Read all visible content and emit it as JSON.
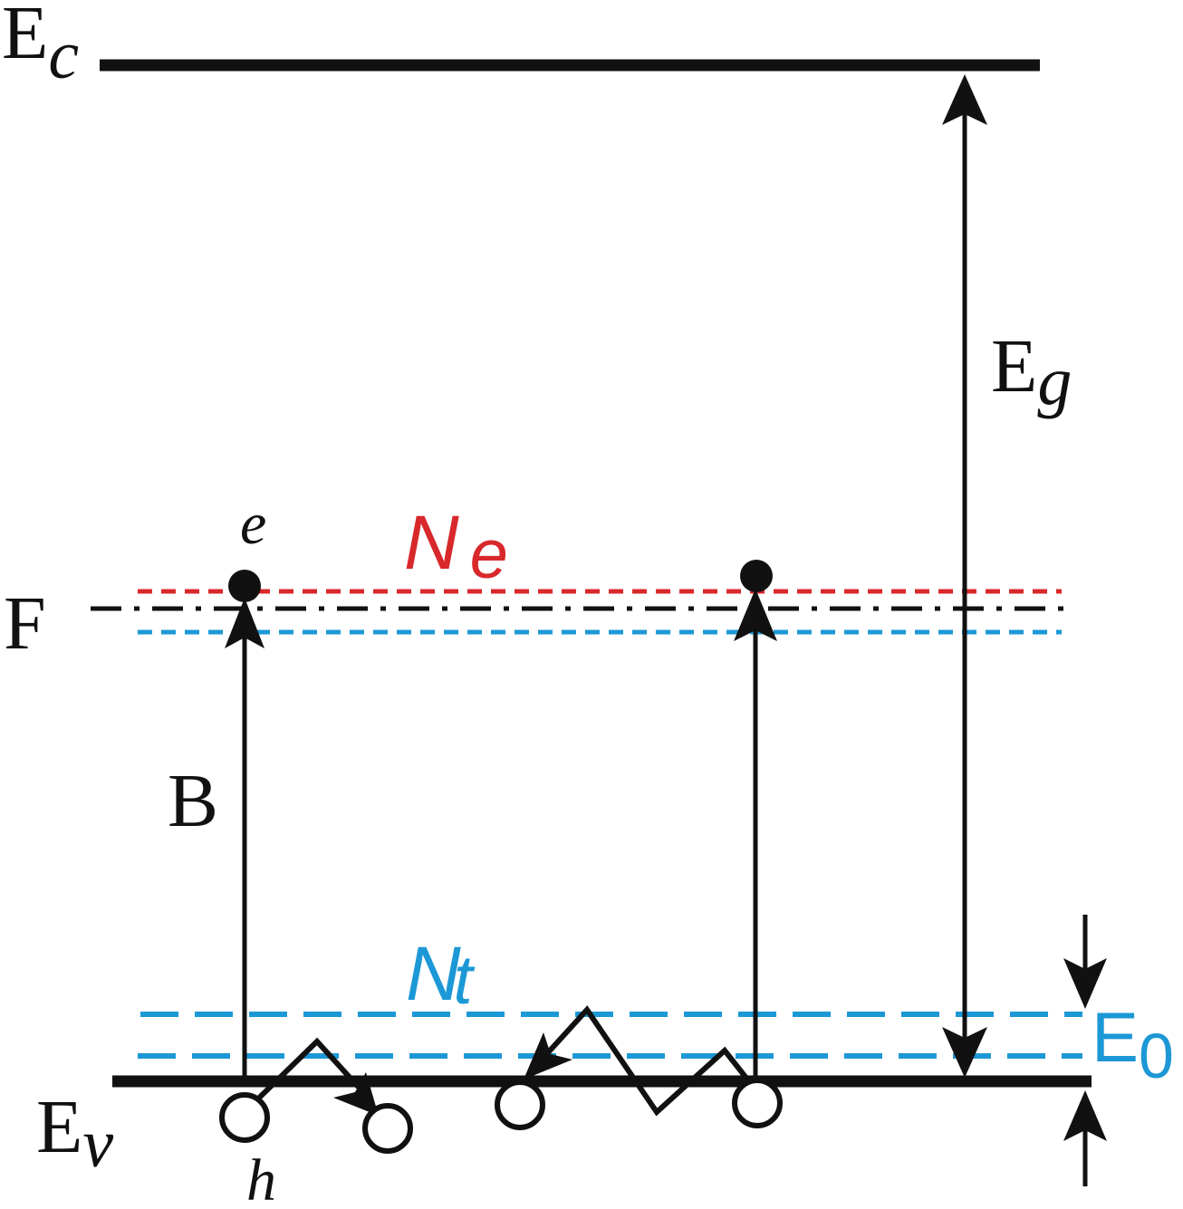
{
  "colors": {
    "ink": "#111111",
    "fermi_red": "#d8282b",
    "trap_blue": "#1d98d6"
  },
  "labels": {
    "ec_main": "E",
    "ec_sub": "c",
    "ev_main": "E",
    "ev_sub": "v",
    "eg_main": "E",
    "eg_sub": "g",
    "e0_main": "E",
    "e0_sub": "0",
    "fermi": "F",
    "transition_b": "B",
    "electron": "e",
    "hole": "h",
    "ne_main": "N",
    "ne_sub": "e",
    "nt_main": "N",
    "nt_sub": "t"
  }
}
